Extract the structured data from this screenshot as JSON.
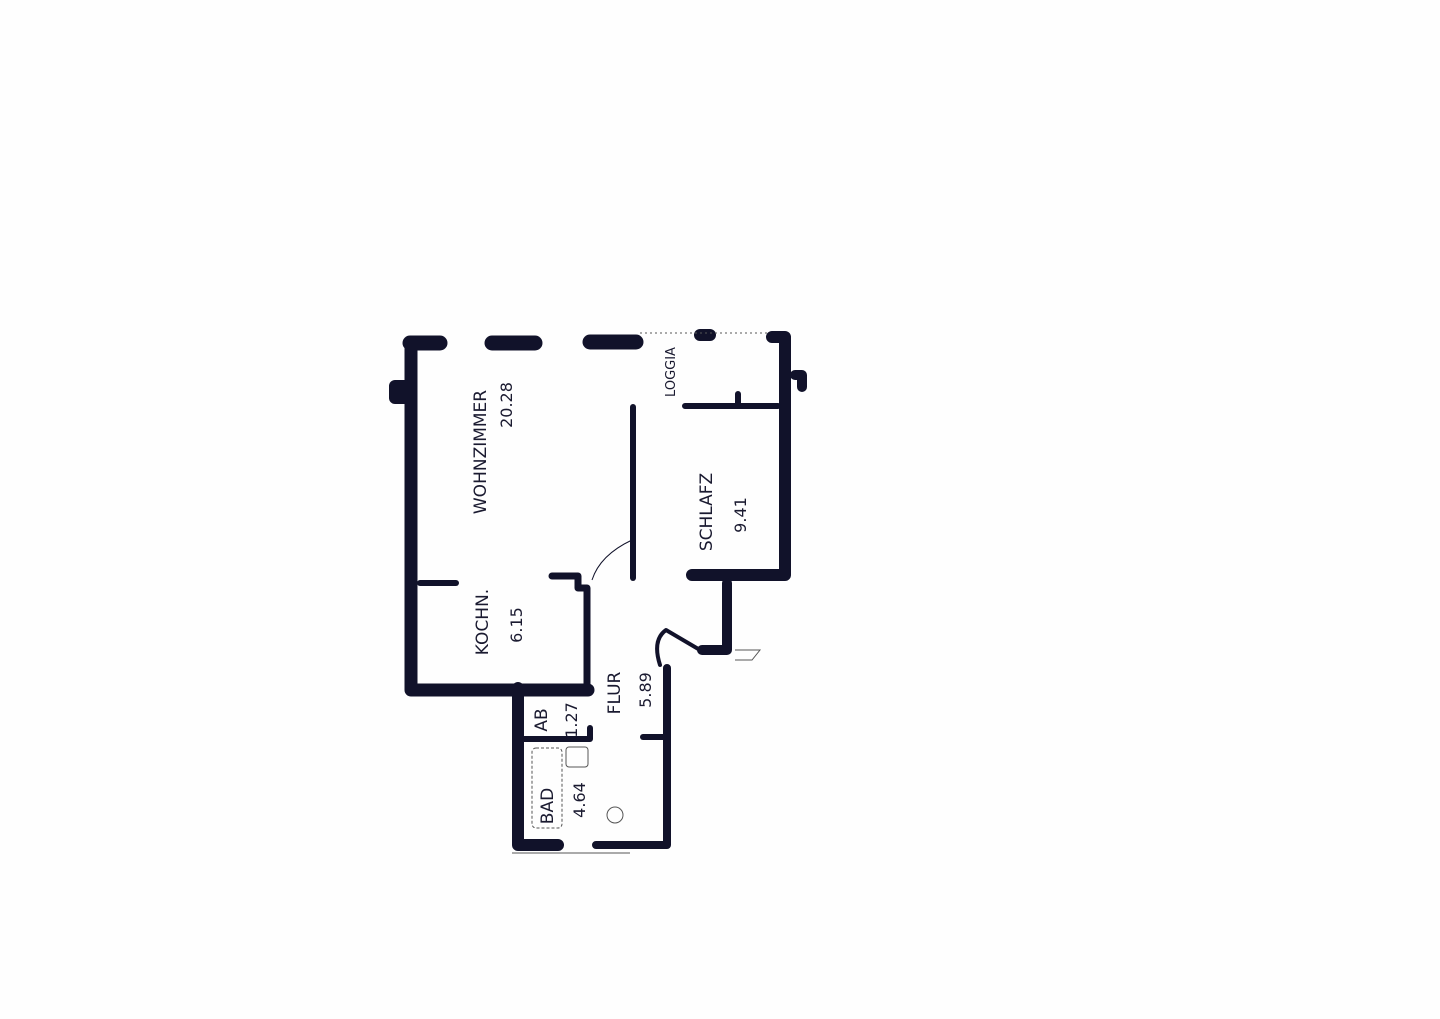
{
  "floor_plan": {
    "ink_color": "#11122a",
    "rooms": [
      {
        "name": "WOHNZIMMER",
        "area": "20.28"
      },
      {
        "name": "LOGGIA",
        "area": ""
      },
      {
        "name": "SCHLAFZ",
        "area": "9.41"
      },
      {
        "name": "KOCHN.",
        "area": "6.15"
      },
      {
        "name": "FLUR",
        "area": "5.89"
      },
      {
        "name": "AB",
        "area": "1.27"
      },
      {
        "name": "BAD",
        "area": "4.64"
      }
    ]
  }
}
